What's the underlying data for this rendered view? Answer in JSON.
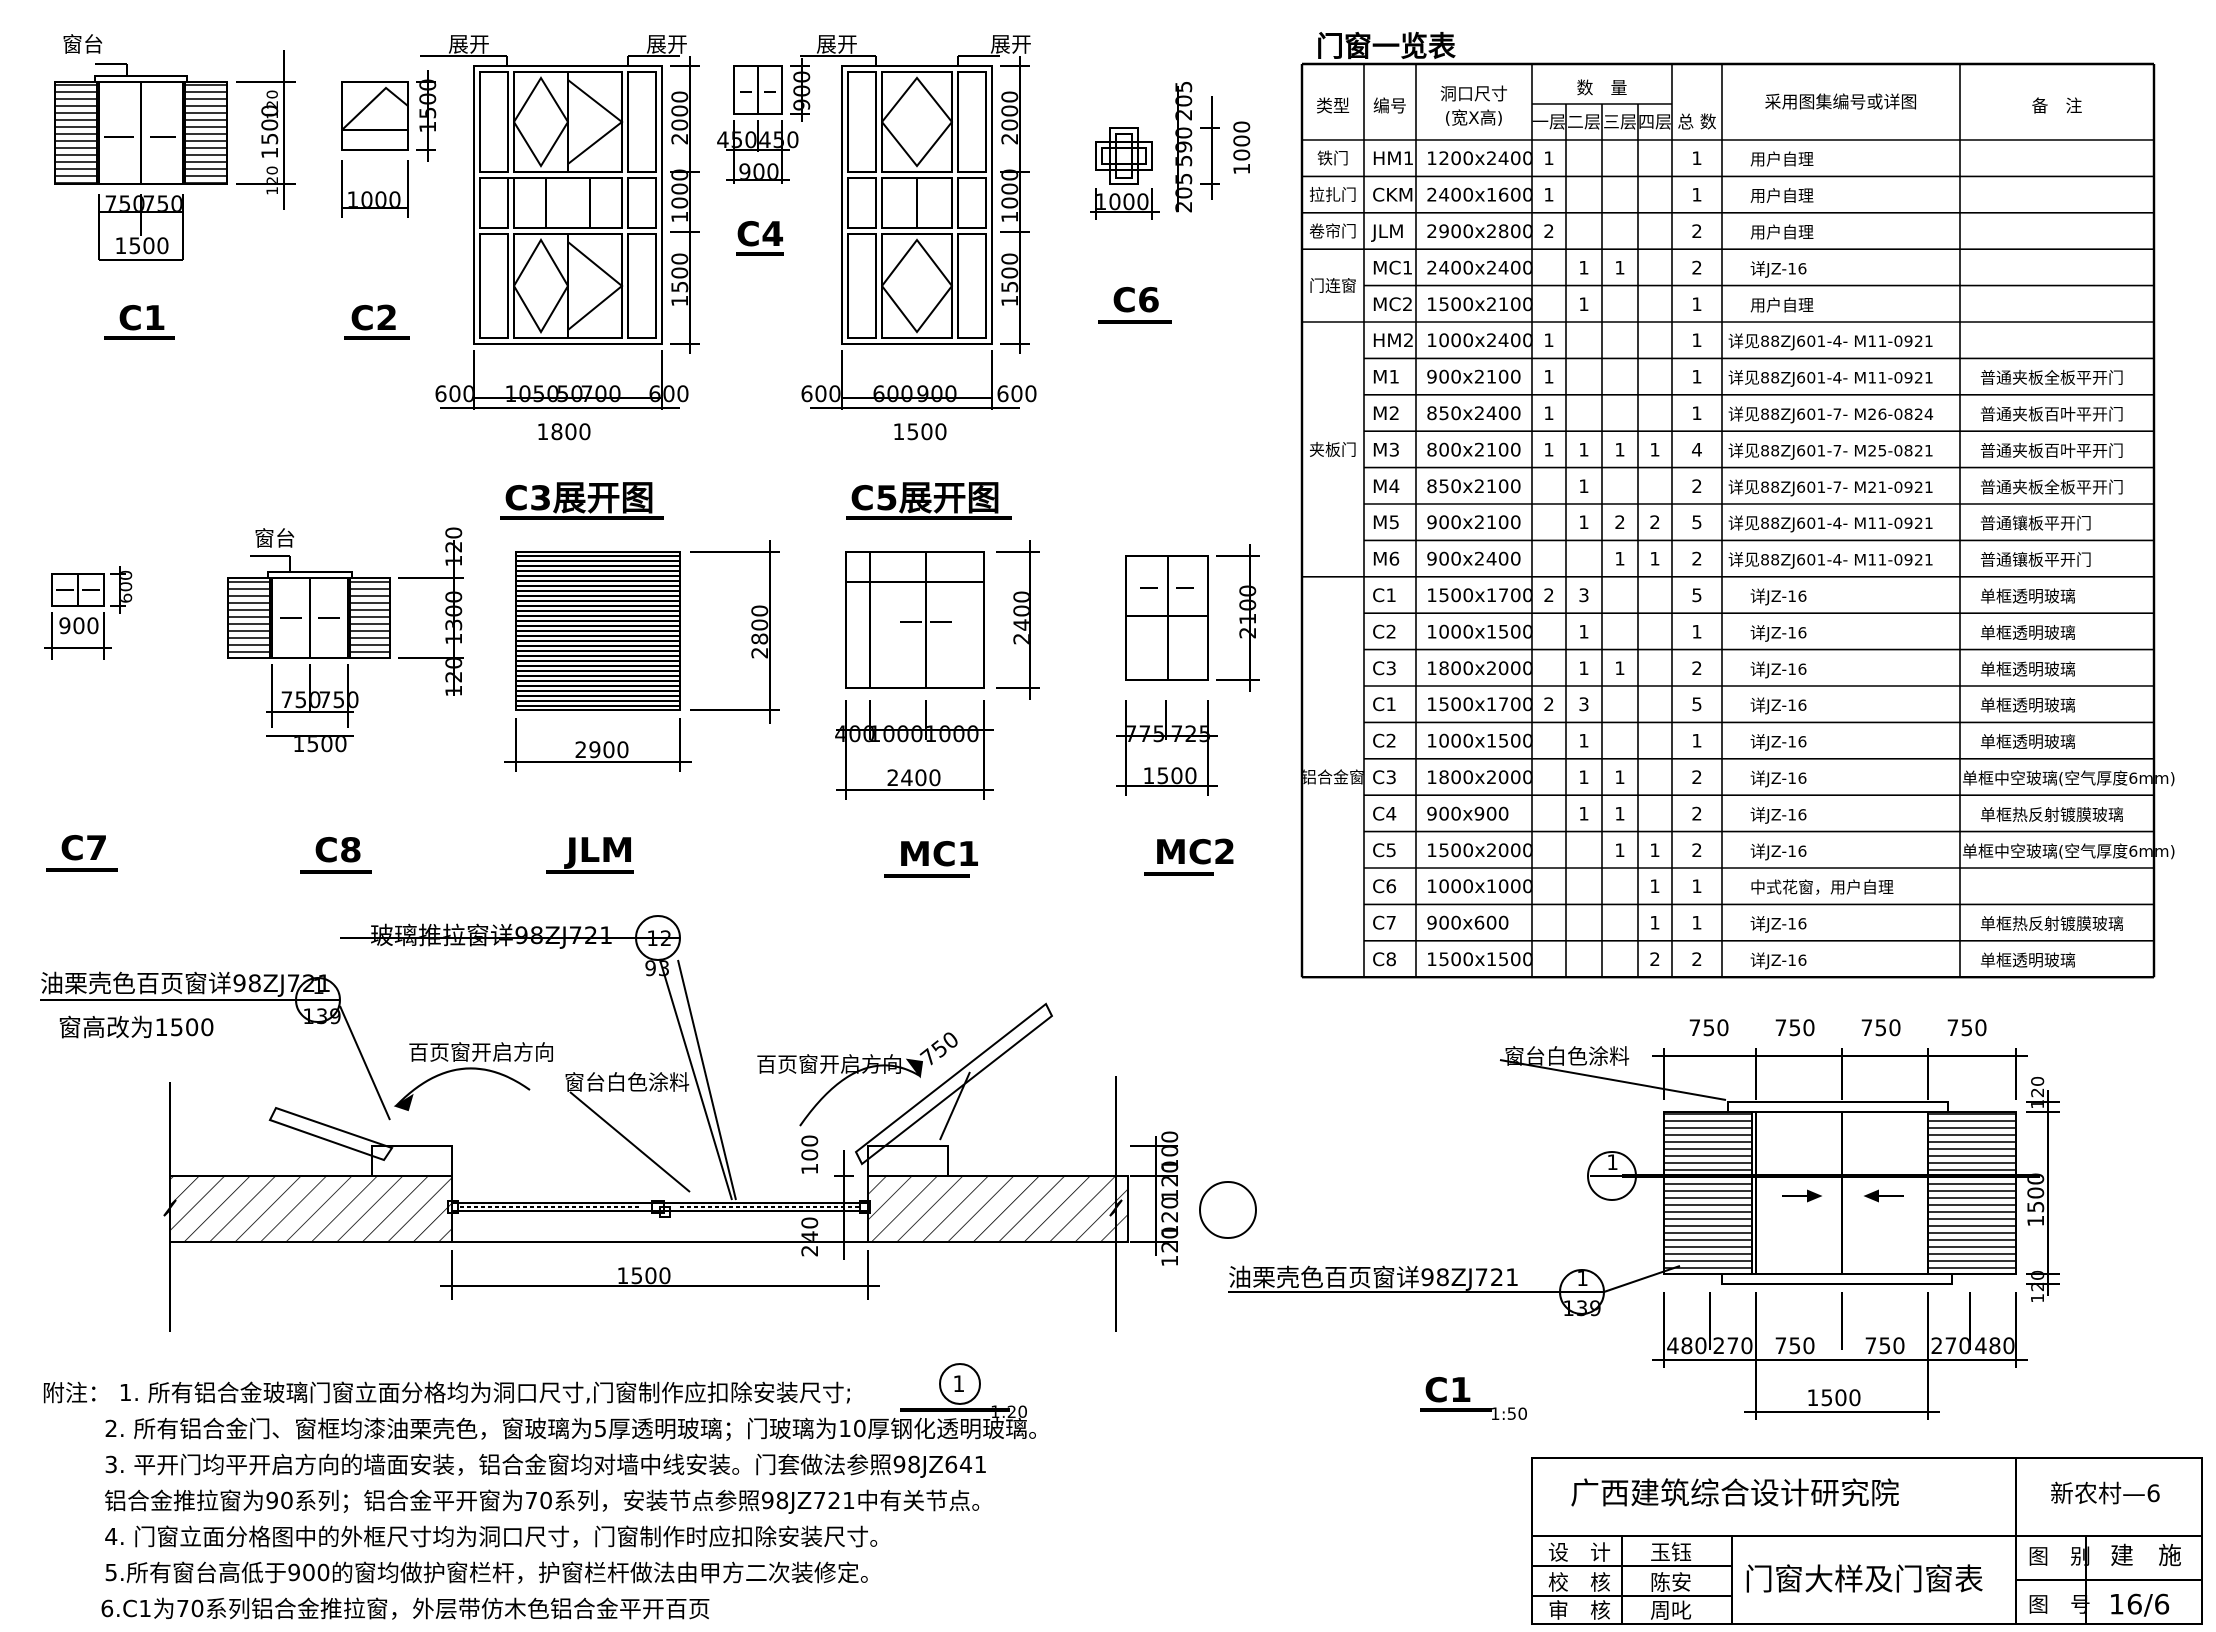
{
  "labels": {
    "c1": "C1",
    "c2": "C2",
    "c4": "C4",
    "c6": "C6",
    "c7": "C7",
    "c8": "C8",
    "jlm": "JLM",
    "mc1": "MC1",
    "mc2": "MC2",
    "c3_unfold": "C3展开图",
    "c5_unfold": "C5展开图",
    "detail_c1": "C1",
    "detail_no": "1"
  },
  "annotations": {
    "sill": "窗台",
    "unfold": "展开",
    "sliding_ref": "玻璃推拉窗详98ZJ721",
    "sliding_ref_num": "12",
    "sliding_ref_den": "93",
    "shutter_ref": "油栗壳色百页窗详98ZJ721",
    "shutter_ref_num": "1",
    "shutter_ref_den": "139",
    "height_note": "窗高改为1500",
    "shutter_dir": "百页窗开启方向",
    "sill_paint": "窗台白色涂料",
    "scale_120": "1:20",
    "scale_150": "1:50"
  },
  "dims": {
    "d120": "120",
    "d1500": "1500",
    "d750": "750",
    "d1000": "1000",
    "d2000": "2000",
    "d600": "600",
    "d1050": "1050",
    "d50": "50",
    "d700": "700",
    "d1800": "1800",
    "d900": "900",
    "d450": "450",
    "d205": "205",
    "d590": "590",
    "d1300": "1300",
    "d2800": "2800",
    "d2900": "2900",
    "d2400": "2400",
    "d400": "400",
    "d2100": "2100",
    "d775": "775",
    "d725": "725",
    "d100": "100",
    "d240": "240",
    "d480": "480",
    "d270": "270"
  },
  "schedule": {
    "title": "门窗一览表",
    "headers": {
      "type": "类型",
      "code": "编号",
      "size": "洞口尺寸",
      "size2": "(宽X高)",
      "qty": "数　量",
      "f1": "一层",
      "f2": "二层",
      "f3": "三层",
      "f4": "四层",
      "total": "总 数",
      "ref": "采用图集编号或详图",
      "note": "备　注"
    },
    "groups": [
      {
        "name": "铁门",
        "start": 0,
        "span": 1
      },
      {
        "name": "拉扎门",
        "start": 1,
        "span": 1
      },
      {
        "name": "卷帘门",
        "start": 2,
        "span": 1
      },
      {
        "name": "门连窗",
        "start": 3,
        "span": 2
      },
      {
        "name": "夹板门",
        "start": 5,
        "span": 7
      },
      {
        "name": "铝合金窗",
        "start": 12,
        "span": 11
      }
    ],
    "rows": [
      {
        "code": "HM1",
        "size": "1200x2400",
        "f1": "1",
        "f2": "",
        "f3": "",
        "f4": "",
        "total": "1",
        "ref": "用户自理",
        "note": ""
      },
      {
        "code": "CKM",
        "size": "2400x1600",
        "f1": "1",
        "f2": "",
        "f3": "",
        "f4": "",
        "total": "1",
        "ref": "用户自理",
        "note": ""
      },
      {
        "code": "JLM",
        "size": "2900x2800",
        "f1": "2",
        "f2": "",
        "f3": "",
        "f4": "",
        "total": "2",
        "ref": "用户自理",
        "note": ""
      },
      {
        "code": "MC1",
        "size": "2400x2400",
        "f1": "",
        "f2": "1",
        "f3": "1",
        "f4": "",
        "total": "2",
        "ref": "详JZ-16",
        "note": ""
      },
      {
        "code": "MC2",
        "size": "1500x2100",
        "f1": "",
        "f2": "1",
        "f3": "",
        "f4": "",
        "total": "1",
        "ref": "用户自理",
        "note": ""
      },
      {
        "code": "HM2",
        "size": "1000x2400",
        "f1": "1",
        "f2": "",
        "f3": "",
        "f4": "",
        "total": "1",
        "ref": "详见88ZJ601-4- M11-0921",
        "note": ""
      },
      {
        "code": "M1",
        "size": "900x2100",
        "f1": "1",
        "f2": "",
        "f3": "",
        "f4": "",
        "total": "1",
        "ref": "详见88ZJ601-4- M11-0921",
        "note": "普通夹板全板平开门"
      },
      {
        "code": "M2",
        "size": "850x2400",
        "f1": "1",
        "f2": "",
        "f3": "",
        "f4": "",
        "total": "1",
        "ref": "详见88ZJ601-7- M26-0824",
        "note": "普通夹板百叶平开门"
      },
      {
        "code": "M3",
        "size": "800x2100",
        "f1": "1",
        "f2": "1",
        "f3": "1",
        "f4": "1",
        "total": "4",
        "ref": "详见88ZJ601-7- M25-0821",
        "note": "普通夹板百叶平开门"
      },
      {
        "code": "M4",
        "size": "850x2100",
        "f1": "",
        "f2": "1",
        "f3": "",
        "f4": "",
        "total": "2",
        "ref": "详见88ZJ601-7- M21-0921",
        "note": "普通夹板全板平开门"
      },
      {
        "code": "M5",
        "size": "900x2100",
        "f1": "",
        "f2": "1",
        "f3": "2",
        "f4": "2",
        "total": "5",
        "ref": "详见88ZJ601-4- M11-0921",
        "note": "普通镶板平开门"
      },
      {
        "code": "M6",
        "size": "900x2400",
        "f1": "",
        "f2": "",
        "f3": "1",
        "f4": "1",
        "total": "2",
        "ref": "详见88ZJ601-4- M11-0921",
        "note": "普通镶板平开门"
      },
      {
        "code": "C1",
        "size": "1500x1700",
        "f1": "2",
        "f2": "3",
        "f3": "",
        "f4": "",
        "total": "5",
        "ref": "详JZ-16",
        "note": "单框透明玻璃"
      },
      {
        "code": "C2",
        "size": "1000x1500",
        "f1": "",
        "f2": "1",
        "f3": "",
        "f4": "",
        "total": "1",
        "ref": "详JZ-16",
        "note": "单框透明玻璃"
      },
      {
        "code": "C3",
        "size": "1800x2000",
        "f1": "",
        "f2": "1",
        "f3": "1",
        "f4": "",
        "total": "2",
        "ref": "详JZ-16",
        "note": "单框透明玻璃"
      },
      {
        "code": "C1",
        "size": "1500x1700",
        "f1": "2",
        "f2": "3",
        "f3": "",
        "f4": "",
        "total": "5",
        "ref": "详JZ-16",
        "note": "单框透明玻璃"
      },
      {
        "code": "C2",
        "size": "1000x1500",
        "f1": "",
        "f2": "1",
        "f3": "",
        "f4": "",
        "total": "1",
        "ref": "详JZ-16",
        "note": "单框透明玻璃"
      },
      {
        "code": "C3",
        "size": "1800x2000",
        "f1": "",
        "f2": "1",
        "f3": "1",
        "f4": "",
        "total": "2",
        "ref": "详JZ-16",
        "note": "单框中空玻璃(空气厚度6mm)"
      },
      {
        "code": "C4",
        "size": "900x900",
        "f1": "",
        "f2": "1",
        "f3": "1",
        "f4": "",
        "total": "2",
        "ref": "详JZ-16",
        "note": "单框热反射镀膜玻璃"
      },
      {
        "code": "C5",
        "size": "1500x2000",
        "f1": "",
        "f2": "",
        "f3": "1",
        "f4": "1",
        "total": "2",
        "ref": "详JZ-16",
        "note": "单框中空玻璃(空气厚度6mm)"
      },
      {
        "code": "C6",
        "size": "1000x1000",
        "f1": "",
        "f2": "",
        "f3": "",
        "f4": "1",
        "total": "1",
        "ref": "中式花窗，用户自理",
        "note": ""
      },
      {
        "code": "C7",
        "size": "900x600",
        "f1": "",
        "f2": "",
        "f3": "",
        "f4": "1",
        "total": "1",
        "ref": "详JZ-16",
        "note": "单框热反射镀膜玻璃"
      },
      {
        "code": "C8",
        "size": "1500x1500",
        "f1": "",
        "f2": "",
        "f3": "",
        "f4": "2",
        "total": "2",
        "ref": "详JZ-16",
        "note": "单框透明玻璃"
      }
    ]
  },
  "notes": {
    "lead": "附注：",
    "n1": "1. 所有铝合金玻璃门窗立面分格均为洞口尺寸,门窗制作应扣除安装尺寸;",
    "n2": "2. 所有铝合金门、窗框均漆油栗壳色，窗玻璃为5厚透明玻璃；门玻璃为10厚钢化透明玻璃。",
    "n3a": "3. 平开门均平开启方向的墙面安装，铝合金窗均对墙中线安装。门套做法参照98JZ641",
    "n3b": "铝合金推拉窗为90系列；铝合金平开窗为70系列，安装节点参照98JZ721中有关节点。",
    "n4": "4. 门窗立面分格图中的外框尺寸均为洞口尺寸，门窗制作时应扣除安装尺寸。",
    "n5": "5.所有窗台高低于900的窗均做护窗栏杆，护窗栏杆做法由甲方二次装修定。",
    "n6": "6.C1为70系列铝合金推拉窗，外层带仿木色铝合金平开百页"
  },
  "titleblock": {
    "institute": "广西建筑综合设计研究院",
    "project": "新农村—6",
    "design_label": "设　计",
    "design_name": "玉钰",
    "check_label": "校　核",
    "check_name": "陈安",
    "review_label": "审　核",
    "review_name": "周叱",
    "drawing_title": "门窗大样及门窗表",
    "category_label": "图　别",
    "category": "建　施",
    "number_label": "图　号",
    "number": "16/6"
  }
}
